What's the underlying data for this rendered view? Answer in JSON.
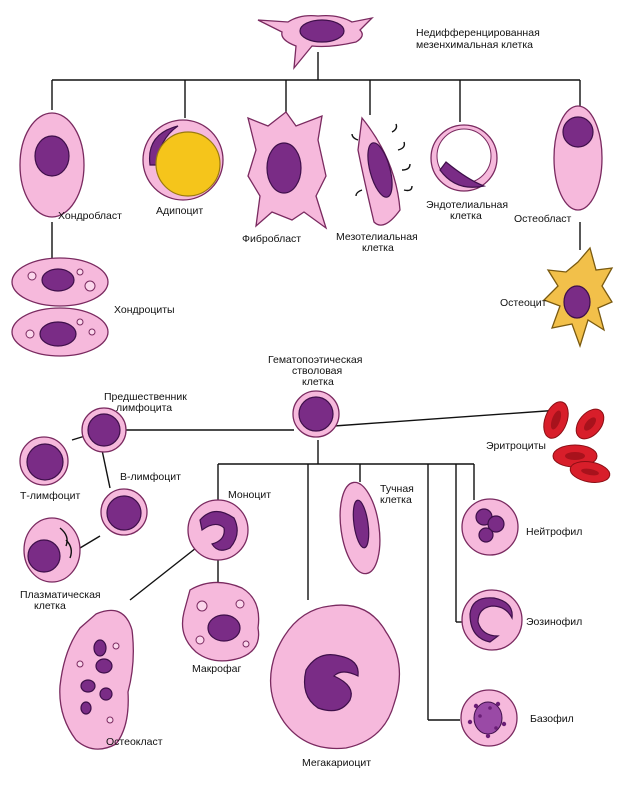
{
  "labels": {
    "mesenchymal": [
      "Недифференцированная",
      "мезенхимальная клетка"
    ],
    "chondroblast": "Хондробласт",
    "adipocyte": "Адипоцит",
    "fibroblast": "Фибробласт",
    "mesothelial": [
      "Мезотелиальная",
      "клетка"
    ],
    "endothelial": [
      "Эндотелиальная",
      "клетка"
    ],
    "osteoblast": "Остеобласт",
    "chondrocytes": "Хондроциты",
    "osteocyte": "Остеоцит",
    "hematopoietic": [
      "Гематопоэтическая",
      "стволовая",
      "клетка"
    ],
    "lymph_precursor": [
      "Предшественник",
      "лимфоцита"
    ],
    "t_lymphocyte": "Т-лимфоцит",
    "b_lymphocyte": "В-лимфоцит",
    "plasma": [
      "Плазматическая",
      "клетка"
    ],
    "erythrocytes": "Эритроциты",
    "monocyte": "Моноцит",
    "mast": [
      "Тучная",
      "клетка"
    ],
    "neutrophil": "Нейтрофил",
    "eosinophil": "Эозинофил",
    "basophil": "Базофил",
    "macrophage": "Макрофаг",
    "osteoclast": "Остеокласт",
    "megakaryocyte": "Мегакариоцит"
  }
}
